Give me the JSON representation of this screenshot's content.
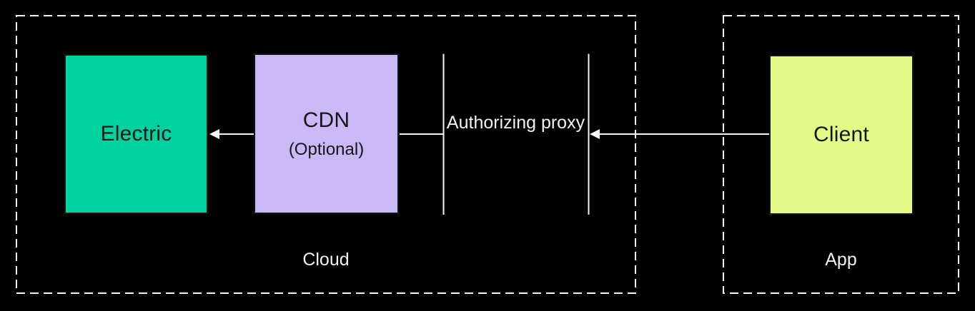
{
  "diagram": {
    "containers": {
      "cloud": {
        "label": "Cloud"
      },
      "app": {
        "label": "App"
      }
    },
    "nodes": {
      "electric": {
        "label": "Electric"
      },
      "cdn": {
        "label": "CDN",
        "sublabel": "(Optional)"
      },
      "proxy": {
        "label": "Authorizing proxy"
      },
      "client": {
        "label": "Client"
      }
    },
    "edges": [
      {
        "from": "cdn",
        "to": "electric",
        "arrow": "left"
      },
      {
        "from": "cdn",
        "to": "proxy",
        "arrow": "none"
      },
      {
        "from": "client",
        "to": "proxy",
        "arrow": "left"
      }
    ]
  },
  "colors": {
    "background": "#000000",
    "line": "#f5f5f5",
    "electric_fill": "#00d2a0",
    "cdn_fill": "#cbb8f7",
    "client_fill": "#e3fa87",
    "node_text": "#161616",
    "container_text": "#f2f2f2"
  }
}
